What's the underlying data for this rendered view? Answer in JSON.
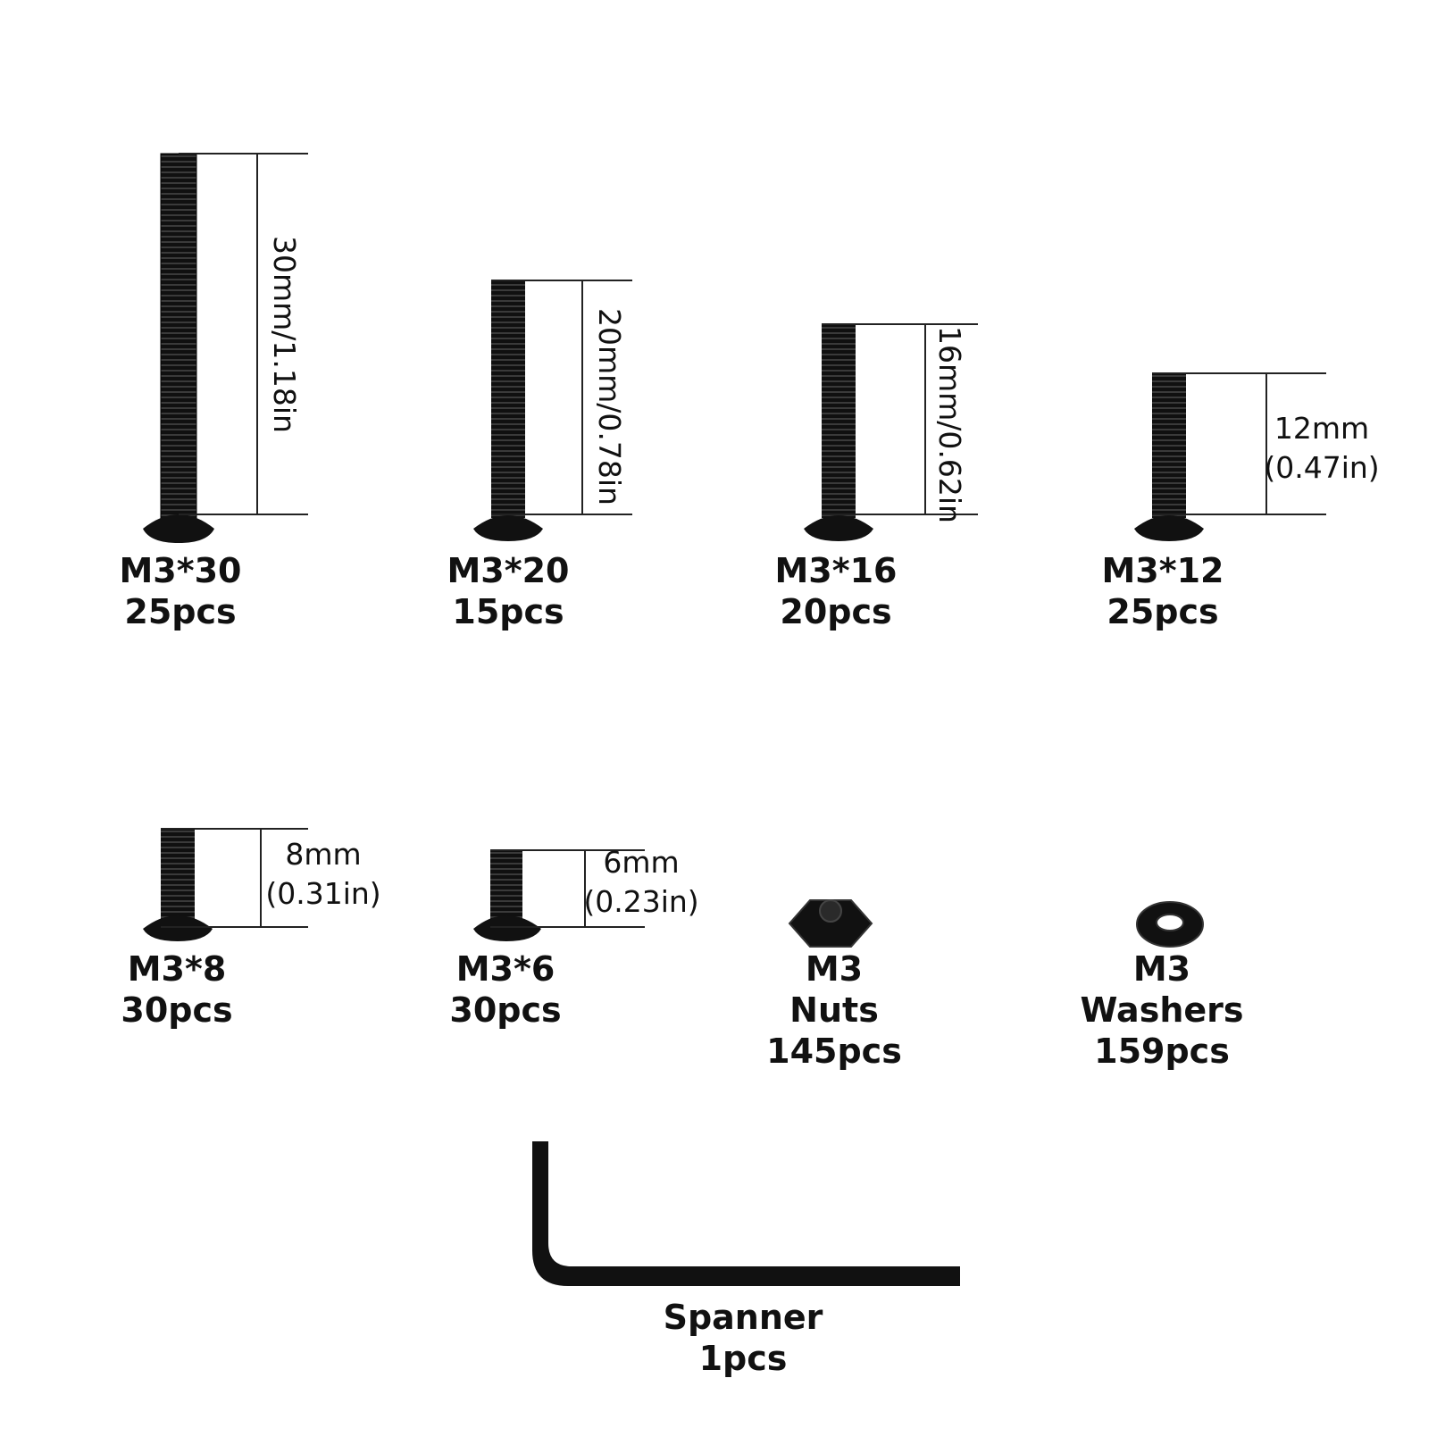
{
  "screws": [
    {
      "size": "M3*30",
      "qty": "25pcs",
      "dimension": "30mm/1.18in"
    },
    {
      "size": "M3*20",
      "qty": "15pcs",
      "dimension": "20mm/0.78in"
    },
    {
      "size": "M3*16",
      "qty": "20pcs",
      "dimension": "16mm/0.62in"
    },
    {
      "size": "M3*12",
      "qty": "25pcs",
      "dimension_mm": "12mm",
      "dimension_in": "(0.47in)"
    },
    {
      "size": "M3*8",
      "qty": "30pcs",
      "dimension_mm": "8mm",
      "dimension_in": "(0.31in)"
    },
    {
      "size": "M3*6",
      "qty": "30pcs",
      "dimension_mm": "6mm",
      "dimension_in": "(0.23in)"
    }
  ],
  "nuts": {
    "size": "M3",
    "name": "Nuts",
    "qty": "145pcs"
  },
  "washers": {
    "size": "M3",
    "name": "Washers",
    "qty": "159pcs"
  },
  "spanner": {
    "name": "Spanner",
    "qty": "1pcs"
  },
  "colors": {
    "hardware": "#111111",
    "lines": "#222222",
    "background": "#ffffff"
  }
}
